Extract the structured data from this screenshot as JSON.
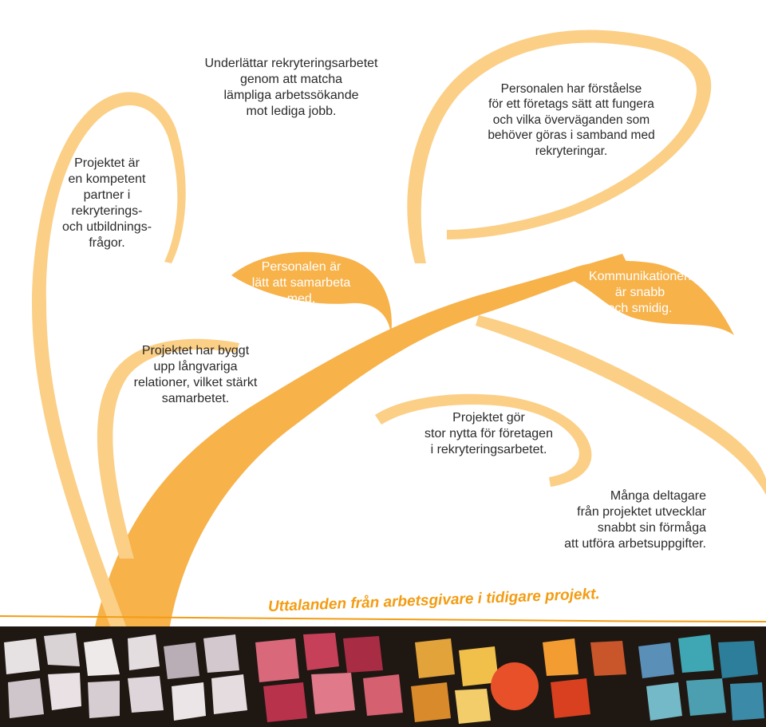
{
  "colors": {
    "branch": "#f7b24a",
    "branch_light": "#fbcf86",
    "accent": "#f39c12",
    "mosaic_bg": "#1f1712"
  },
  "quotes": {
    "kompetent_partner": "Projektet är\nen kompetent\npartner i\nrekryterings-\noch utbildnings-\nfrågor.",
    "matcha": "Underlättar rekryteringsarbetet\ngenom att matcha\nlämpliga arbetssökande\nmot lediga jobb.",
    "forstaelse": "Personalen har förståelse\nför ett företags sätt att fungera\noch vilka överväganden som\nbehöver göras i samband med\nrekryteringar.",
    "samarbeta": "Personalen är\nlätt att samarbeta\nmed.",
    "kommunikation": "Kommunikationen\när snabb\noch smidig.",
    "relationer": "Projektet har byggt\nupp långvariga\nrelationer, vilket stärkt\nsamarbetet.",
    "nytta": "Projektet gör\nstor nytta för företagen\ni rekryteringsarbetet.",
    "deltagare": "Många deltagare\nfrån projektet utvecklar\nsnabbt sin förmåga\natt utföra arbetsuppgifter."
  },
  "footer": {
    "title": "Uttalanden från arbetsgivare i tidigare projekt."
  }
}
